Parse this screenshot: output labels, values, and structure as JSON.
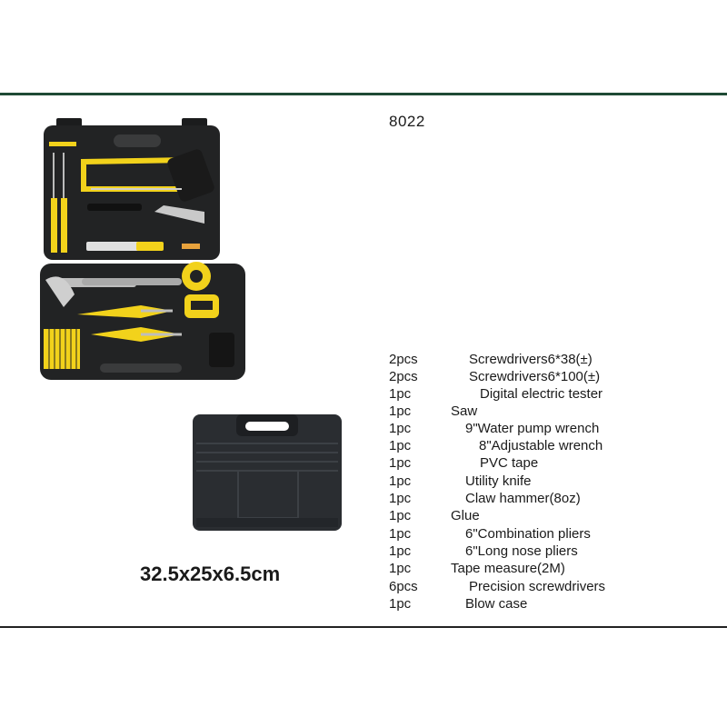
{
  "model_number": "8022",
  "dimensions": "32.5x25x6.5cm",
  "images": [
    {
      "name": "open-tool-kit-photo",
      "icon": "toolbox-open-icon"
    },
    {
      "name": "closed-blow-case-photo",
      "icon": "toolbox-closed-icon"
    }
  ],
  "colors": {
    "accent_line": "#1f4a35",
    "case_black": "#1b1c1d",
    "tool_yellow": "#f2d21b"
  },
  "items": [
    {
      "qty": "2pcs",
      "name": "Screwdrivers6*38(±)"
    },
    {
      "qty": "2pcs",
      "name": "Screwdrivers6*100(±)"
    },
    {
      "qty": "1pc",
      "name": "Digital electric tester"
    },
    {
      "qty": "1pc",
      "name": "Saw"
    },
    {
      "qty": "1pc",
      "name": "9\"Water pump wrench"
    },
    {
      "qty": "1pc",
      "name": "8\"Adjustable wrench"
    },
    {
      "qty": "1pc",
      "name": "PVC tape"
    },
    {
      "qty": "1pc",
      "name": "Utility knife"
    },
    {
      "qty": "1pc",
      "name": "Claw hammer(8oz)"
    },
    {
      "qty": "1pc",
      "name": "Glue"
    },
    {
      "qty": "1pc",
      "name": "6\"Combination pliers"
    },
    {
      "qty": "1pc",
      "name": "6\"Long nose pliers"
    },
    {
      "qty": "1pc",
      "name": "Tape measure(2M)"
    },
    {
      "qty": "6pcs",
      "name": "Precision screwdrivers"
    },
    {
      "qty": "1pc",
      "name": "Blow case"
    }
  ]
}
